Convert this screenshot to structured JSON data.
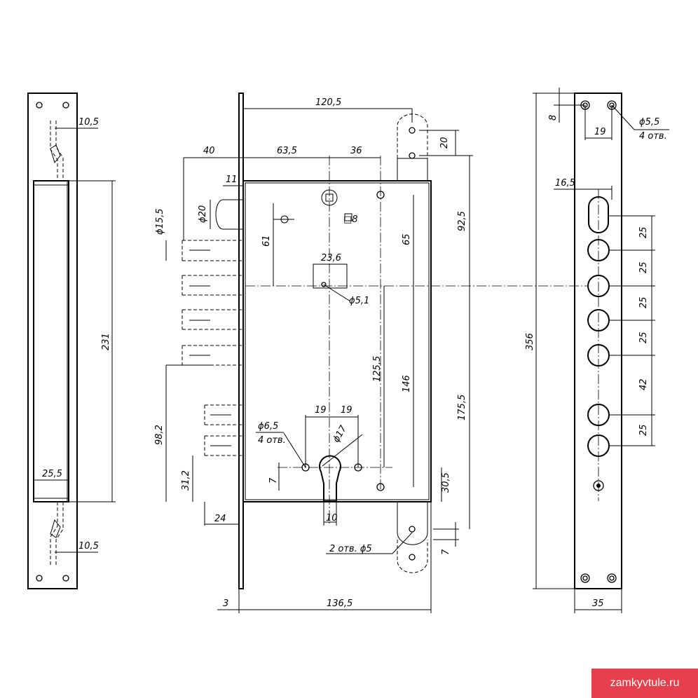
{
  "watermark": "zamkyvtule.ru",
  "dimensions": {
    "d_10_5_top": "10,5",
    "d_231": "231",
    "d_25_5": "25,5",
    "d_10_5_bottom": "10,5",
    "d_120_5": "120,5",
    "d_40": "40",
    "d_63_5": "63,5",
    "d_36": "36",
    "d_20_top": "20",
    "d_11": "11",
    "d_dia20": "ϕ20",
    "d_dia15_5": "ϕ15,5",
    "d_61": "61",
    "d_sq8": "□8",
    "d_65": "65",
    "d_92_5": "92,5",
    "d_23_6": "23,6",
    "d_dia5_1": "ϕ5,1",
    "d_125_5": "125,5",
    "d_146": "146",
    "d_175_5": "175,5",
    "d_98_2": "98,2",
    "d_19a": "19",
    "d_19b": "19",
    "d_dia6_5": "ϕ6,5",
    "d_4otv": "4 отв.",
    "d_dia17": "ϕ17",
    "d_7_left": "7",
    "d_31_2": "31,2",
    "d_30_5": "30,5",
    "d_24": "24",
    "d_10": "10",
    "d_2otv_dia5": "2 отв. ϕ5",
    "d_7_right": "7",
    "d_3": "3",
    "d_136_5": "136,5",
    "d_8": "8",
    "d_19_plate": "19",
    "d_dia5_5": "ϕ5,5",
    "d_4otv_plate": "4 отв.",
    "d_16_5": "16,5",
    "d_25_1": "25",
    "d_25_2": "25",
    "d_25_3": "25",
    "d_25_4": "25",
    "d_42": "42",
    "d_25_5b": "25",
    "d_356": "356",
    "d_35": "35"
  }
}
